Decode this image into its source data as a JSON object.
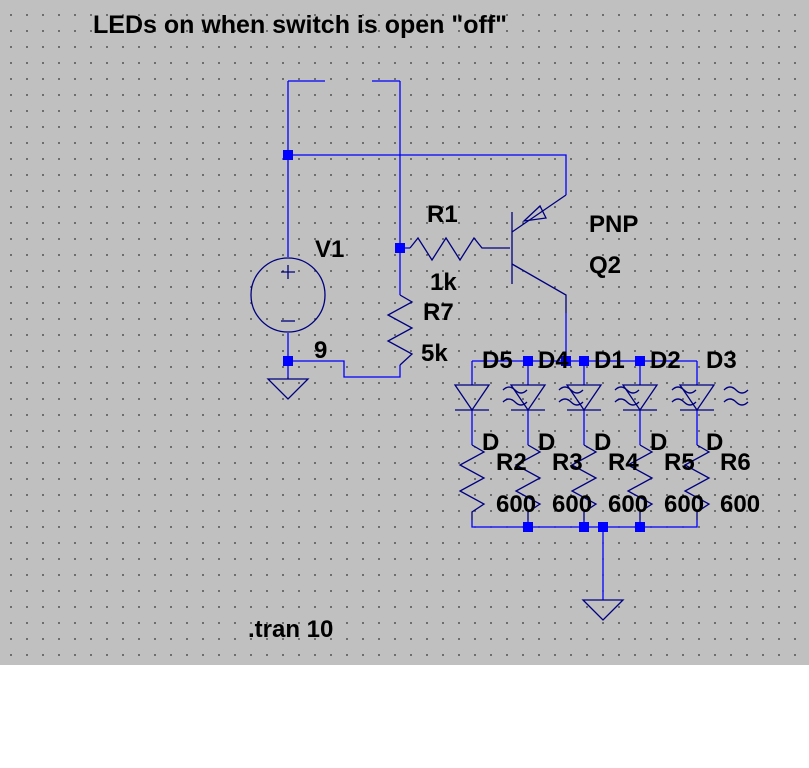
{
  "title": "LEDs  on when switch is open \"off\"",
  "directive": ".tran 10",
  "v1": {
    "name": "V1",
    "value": "9"
  },
  "r1": {
    "name": "R1",
    "value": "1k"
  },
  "r7": {
    "name": "R7",
    "value": "5k"
  },
  "q2": {
    "type": "PNP",
    "name": "Q2"
  },
  "diodes": [
    {
      "name": "D5",
      "model": "D"
    },
    {
      "name": "D4",
      "model": "D"
    },
    {
      "name": "D1",
      "model": "D"
    },
    {
      "name": "D2",
      "model": "D"
    },
    {
      "name": "D3",
      "model": "D"
    }
  ],
  "resistors": [
    {
      "name": "R2",
      "value": "600"
    },
    {
      "name": "R3",
      "value": "600"
    },
    {
      "name": "R4",
      "value": "600"
    },
    {
      "name": "R5",
      "value": "600"
    },
    {
      "name": "R6",
      "value": "600"
    }
  ],
  "colors": {
    "wire": "#0000ff",
    "component": "#000080",
    "background": "#c0c0c0"
  }
}
